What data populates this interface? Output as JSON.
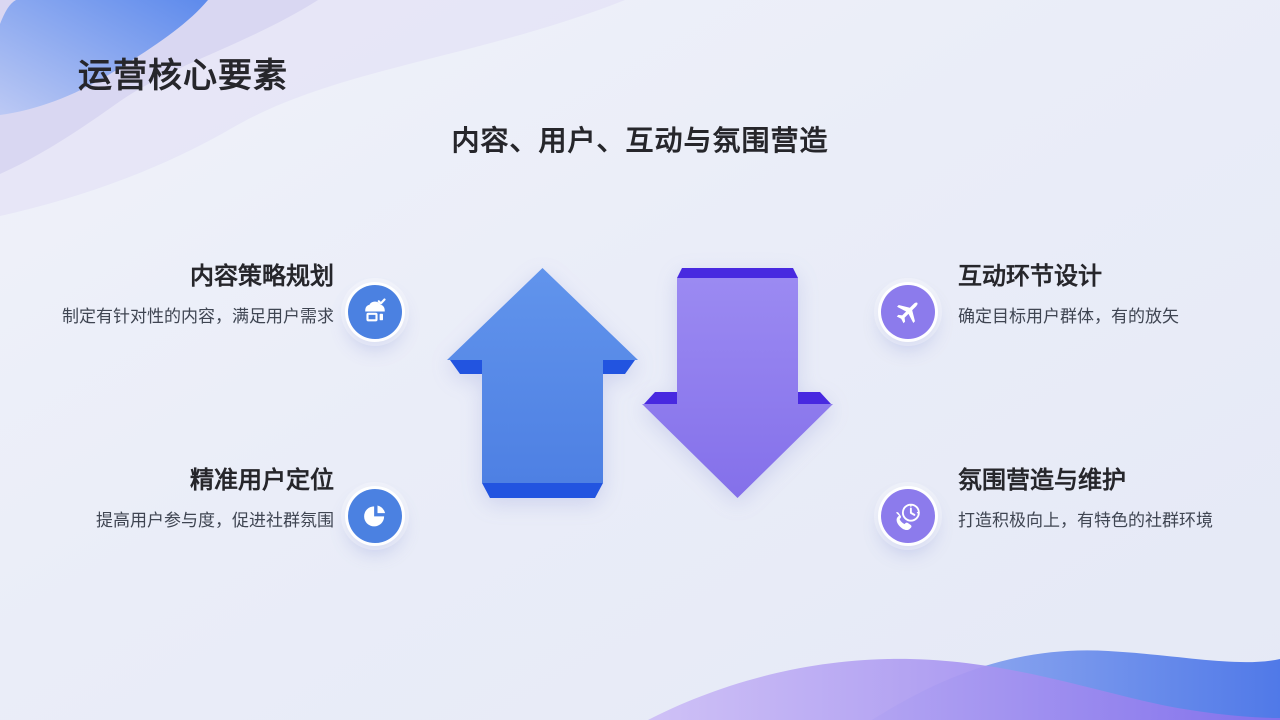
{
  "slide": {
    "title": "运营核心要素",
    "subtitle": "内容、用户、互动与氛围营造"
  },
  "features": {
    "content_strategy": {
      "title": "内容策略规划",
      "desc": "制定有针对性的内容，满足用户需求",
      "icon": "storefront-check-icon"
    },
    "user_targeting": {
      "title": "精准用户定位",
      "desc": "提高用户参与度，促进社群氛围",
      "icon": "pie-chart-icon"
    },
    "interaction_design": {
      "title": "互动环节设计",
      "desc": "确定目标用户群体，有的放矢",
      "icon": "airplane-icon"
    },
    "atmosphere": {
      "title": "氛围营造与维护",
      "desc": "打造积极向上，有特色的社群环境",
      "icon": "phone-clock-icon"
    }
  },
  "colors": {
    "icon_badge_blue": "#4b81e1",
    "icon_badge_purple": "#8c7bec",
    "arrow_up_fill": "#578ae6",
    "arrow_up_edge": "#2254e0",
    "arrow_down_fill": "#8f7cee",
    "arrow_down_edge": "#4829e0",
    "title_text": "#26262b",
    "body_text": "#3f4552",
    "background": "#eaedf8"
  }
}
